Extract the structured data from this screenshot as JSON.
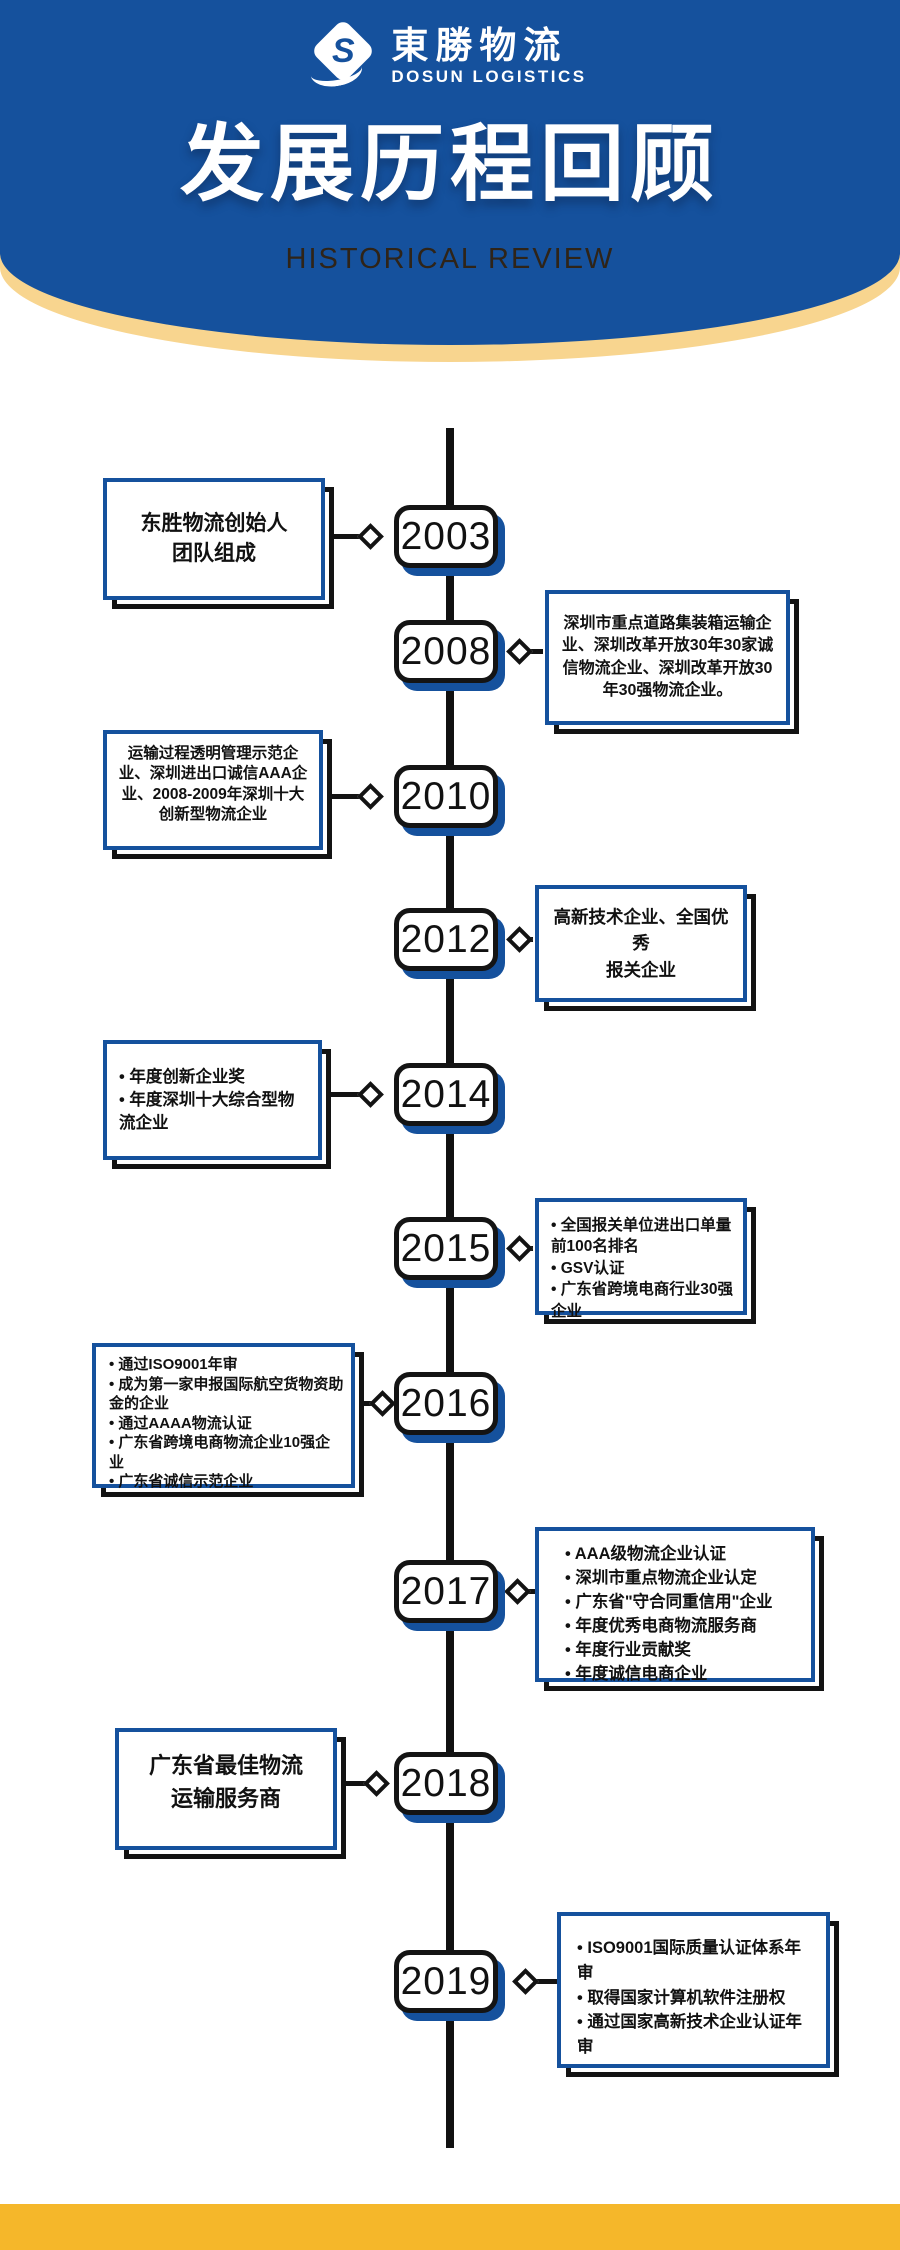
{
  "header": {
    "logo_cn": "東勝物流",
    "logo_en": "DOSUN LOGISTICS",
    "logo_mark": "S",
    "title": "发展历程回顾",
    "subtitle": "HISTORICAL REVIEW"
  },
  "colors": {
    "brand_blue": "#15519D",
    "line_black": "#131313",
    "header_band_tan": "#F8D58F",
    "bottom_band_yellow": "#F5B72A"
  },
  "timeline": {
    "items": [
      {
        "year": "2003",
        "side": "left",
        "lines": [
          "东胜物流创始人",
          "团队组成"
        ]
      },
      {
        "year": "2008",
        "side": "right",
        "lines": [
          "深圳市重点道路集装箱运输企业、深圳改革开放30年30家诚信物流企业、深圳改革开放30年30强物流企业。"
        ]
      },
      {
        "year": "2010",
        "side": "left",
        "lines": [
          "运输过程透明管理示范企业、深圳进出口诚信AAA企业、2008-2009年深圳十大创新型物流企业"
        ]
      },
      {
        "year": "2012",
        "side": "right",
        "lines": [
          "高新技术企业、全国优秀",
          "报关企业"
        ]
      },
      {
        "year": "2014",
        "side": "left",
        "lines": [
          "• 年度创新企业奖",
          "• 年度深圳十大综合型物流企业"
        ]
      },
      {
        "year": "2015",
        "side": "right",
        "lines": [
          "• 全国报关单位进出口单量前100名排名",
          "• GSV认证",
          "• 广东省跨境电商行业30强企业"
        ]
      },
      {
        "year": "2016",
        "side": "left",
        "lines": [
          "• 通过ISO9001年审",
          "• 成为第一家申报国际航空货物资助金的企业",
          "• 通过AAAA物流认证",
          "• 广东省跨境电商物流企业10强企业",
          "• 广东省诚信示范企业"
        ]
      },
      {
        "year": "2017",
        "side": "right",
        "lines": [
          "• AAA级物流企业认证",
          "• 深圳市重点物流企业认定",
          "• 广东省\"守合同重信用\"企业",
          "• 年度优秀电商物流服务商",
          "• 年度行业贡献奖",
          "• 年度诚信电商企业"
        ]
      },
      {
        "year": "2018",
        "side": "left",
        "lines": [
          "广东省最佳物流",
          "运输服务商"
        ]
      },
      {
        "year": "2019",
        "side": "right",
        "lines": [
          "• ISO9001国际质量认证体系年审",
          "• 取得国家计算机软件注册权",
          "• 通过国家高新技术企业认证年审"
        ]
      }
    ]
  }
}
